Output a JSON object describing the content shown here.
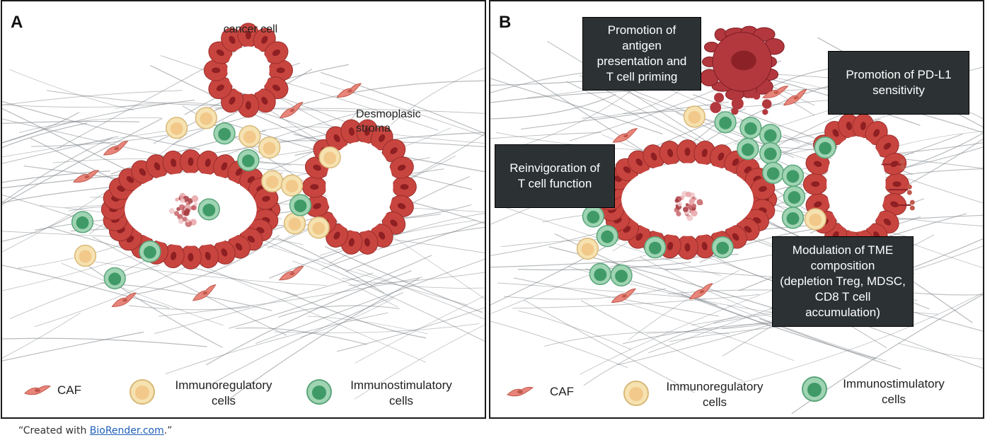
{
  "panel_a": {
    "label": "A",
    "cancer_cell_label": "cancer cell",
    "stroma_label": "Desmoplasic\nstroma",
    "legend": [
      {
        "key": "caf",
        "text": "CAF",
        "icon": "caf-fibroblast-icon"
      },
      {
        "key": "reg",
        "text": "Immunoregulatory\ncells",
        "icon": "immunoregulatory-cell-icon"
      },
      {
        "key": "stim",
        "text": "Immunostimulatory\ncells",
        "icon": "immunostimulatory-cell-icon"
      }
    ]
  },
  "panel_b": {
    "label": "B",
    "boxes": {
      "antigen": "Promotion of\nantigen\npresentation and\nT cell priming",
      "pdl1": "Promotion of PD-L1\nsensitivity",
      "reinvigoration": "Reinvigoration of\nT cell function",
      "tme": "Modulation of TME\ncomposition\n(depletion Treg, MDSC,\nCD8 T cell\naccumulation)"
    },
    "legend": [
      {
        "key": "caf",
        "text": "CAF",
        "icon": "caf-fibroblast-icon"
      },
      {
        "key": "reg",
        "text": "Immunoregulatory\ncells",
        "icon": "immunoregulatory-cell-icon"
      },
      {
        "key": "stim",
        "text": "Immunostimulatory\ncells",
        "icon": "immunostimulatory-cell-icon"
      }
    ]
  },
  "credit": {
    "prefix": "“Created with ",
    "link": "BioRender.com",
    "suffix": ".”"
  },
  "colors": {
    "cancer_cell": "#c8453f",
    "cancer_nucleus": "#8e1f22",
    "immunoregulatory": "#f6e2b0",
    "immunostimulatory": "#7cc39a",
    "caf": "#e8857a",
    "stroma_fiber": "#7d8488",
    "box_bg": "#2c3234"
  }
}
